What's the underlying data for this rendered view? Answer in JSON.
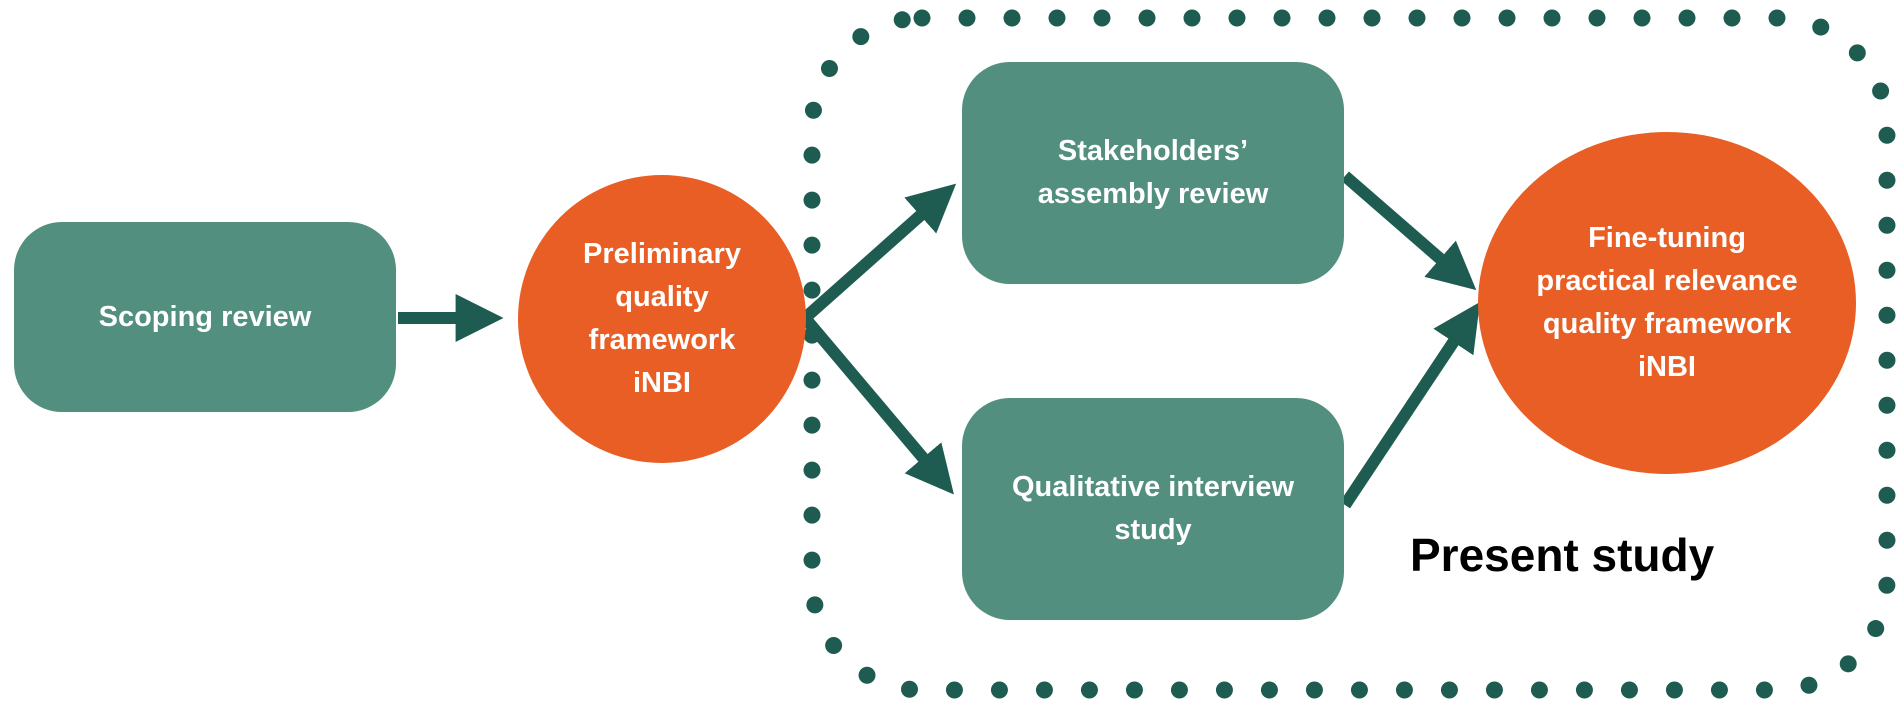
{
  "colors": {
    "box_fill": "#528f7e",
    "circle_fill": "#e85e24",
    "arrow": "#1e5c52",
    "dotted_border": "#1e5c52",
    "text_on_shape": "#ffffff",
    "caption": "#000000"
  },
  "nodes": {
    "scoping_review": "Scoping review",
    "preliminary_framework": "Preliminary\nquality\nframework\niNBI",
    "stakeholders_review": "Stakeholders’\nassembly review",
    "interview_study": "Qualitative interview\nstudy",
    "fine_tuning_framework": "Fine-tuning\npractical relevance\nquality framework\niNBI"
  },
  "present_study_label": "Present study"
}
